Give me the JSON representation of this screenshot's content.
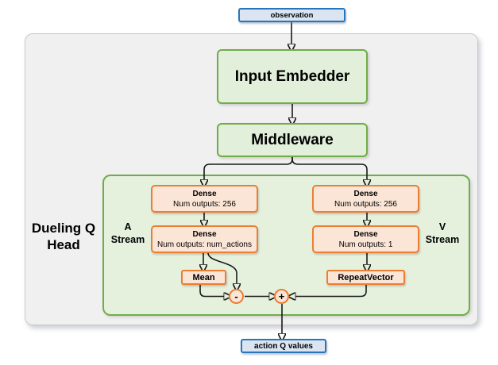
{
  "diagram": {
    "observation_label": "observation",
    "input_embedder_label": "Input Embedder",
    "middleware_label": "Middleware",
    "dueling_head_label": "Dueling Q\nHead",
    "a_stream_label": "A\nStream",
    "v_stream_label": "V\nStream",
    "a_stream": [
      {
        "title": "Dense",
        "subtitle": "Num outputs: 256"
      },
      {
        "title": "Dense",
        "subtitle": "Num outputs: num_actions"
      }
    ],
    "v_stream": [
      {
        "title": "Dense",
        "subtitle": "Num outputs: 256"
      },
      {
        "title": "Dense",
        "subtitle": "Num outputs: 1"
      }
    ],
    "mean_label": "Mean",
    "repeat_vector_label": "RepeatVector",
    "subtract_operator": "-",
    "add_operator": "+",
    "action_q_values_label": "action Q values"
  },
  "colors": {
    "blue_border": "#2776bb",
    "blue_fill": "#dbe5f1",
    "green_border": "#70ad47",
    "green_fill": "#e2efda",
    "orange_border": "#ed7d31",
    "orange_fill": "#fbe5d6",
    "outer_container_fill": "#f0f0f0",
    "outer_container_border": "#c8c8c8",
    "arrow": "#1a1a1a"
  }
}
